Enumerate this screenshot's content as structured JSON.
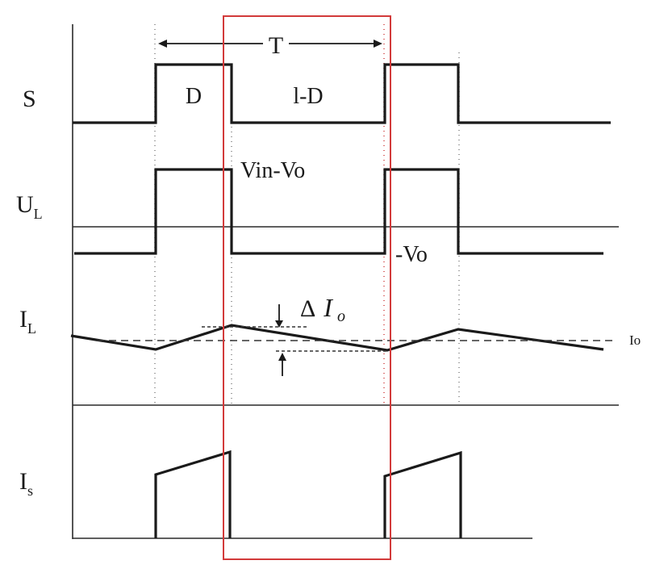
{
  "labels": {
    "period": "T",
    "duty": "D",
    "one_minus_duty": "l-D",
    "vin_minus_vo": "Vin-Vo",
    "minus_vo": "-Vo",
    "delta_symbol": "Δ",
    "delta_i": "I",
    "delta_sub": "o",
    "io": "Io"
  },
  "rows": {
    "s": "S",
    "ul_main": "U",
    "ul_sub": "L",
    "il_main": "I",
    "il_sub": "L",
    "is_main": "I",
    "is_sub": "s"
  },
  "colors": {
    "highlight_box": "#d23a3a",
    "waveform": "#1a1a1a"
  }
}
